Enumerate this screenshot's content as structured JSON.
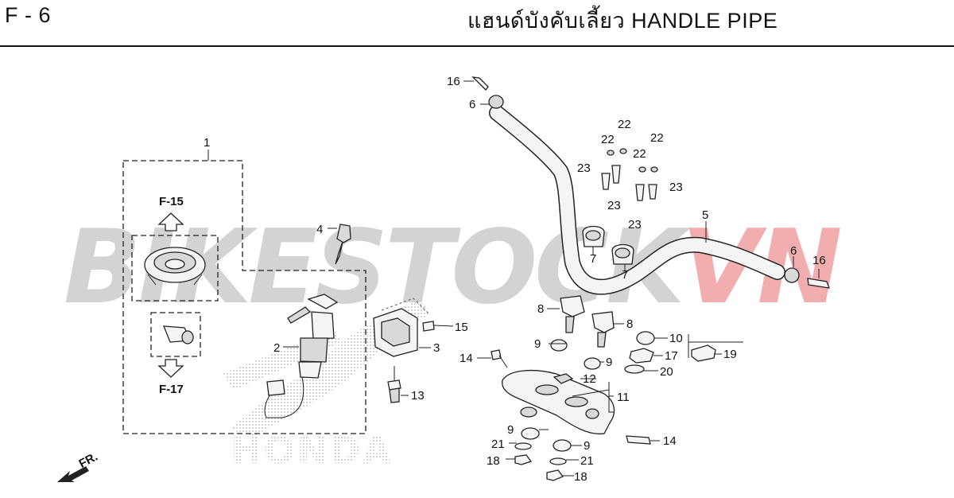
{
  "header": {
    "page_code": "F - 6",
    "title": "แฮนด์บังคับเลี้ยว  HANDLE PIPE"
  },
  "watermark": {
    "brand_dark": "BIKESTOCK",
    "brand_accent": "VN",
    "dark_color": "#c8c8c8",
    "accent_color": "#f0a0a0",
    "honda_text": "HONDA"
  },
  "references": {
    "up": "F-15",
    "down": "F-17"
  },
  "direction_label": "FR.",
  "callouts": {
    "n1": "1",
    "n2": "2",
    "n3": "3",
    "n4": "4",
    "n5": "5",
    "n6a": "6",
    "n6b": "6",
    "n7a": "7",
    "n7b": "7",
    "n8a": "8",
    "n8b": "8",
    "n9a": "9",
    "n9b": "9",
    "n9c": "9",
    "n9d": "9",
    "n10": "10",
    "n11": "11",
    "n12": "12",
    "n13": "13",
    "n14a": "14",
    "n14b": "14",
    "n15": "15",
    "n16a": "16",
    "n16b": "16",
    "n17": "17",
    "n18a": "18",
    "n18b": "18",
    "n19": "19",
    "n20": "20",
    "n21a": "21",
    "n21b": "21",
    "n22a": "22",
    "n22b": "22",
    "n22c": "22",
    "n22d": "22",
    "n23a": "23",
    "n23b": "23",
    "n23c": "23",
    "n23d": "23"
  }
}
